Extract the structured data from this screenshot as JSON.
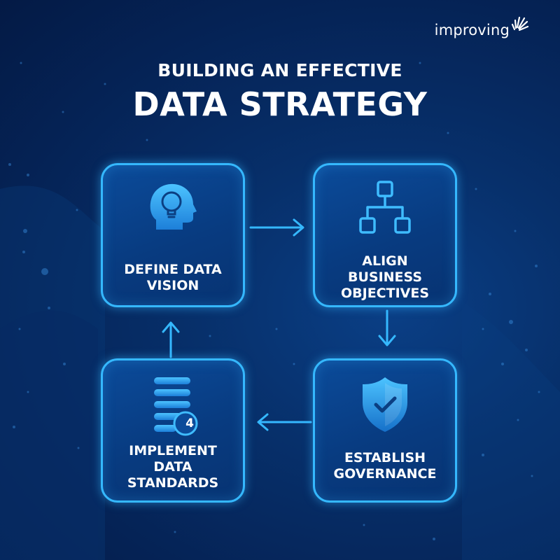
{
  "logo": {
    "text": "improving"
  },
  "title": {
    "line1": "BUILDING AN EFFECTIVE",
    "line2": "DATA STRATEGY"
  },
  "steps": [
    {
      "label": "DEFINE DATA\nVISION",
      "icon": "lightbulb-head-icon"
    },
    {
      "label": "ALIGN\nBUSINESS\nOBJECTIVES",
      "icon": "hierarchy-icon"
    },
    {
      "label": "ESTABLISH\nGOVERNANCE",
      "icon": "shield-check-icon"
    },
    {
      "label": "IMPLEMENT\nDATA\nSTANDARDS",
      "icon": "document-list-icon",
      "badge": "4"
    }
  ],
  "colors": {
    "background": "#052356",
    "card_border": "#35b8ff",
    "arrow": "#35b8ff",
    "text": "#ffffff"
  }
}
